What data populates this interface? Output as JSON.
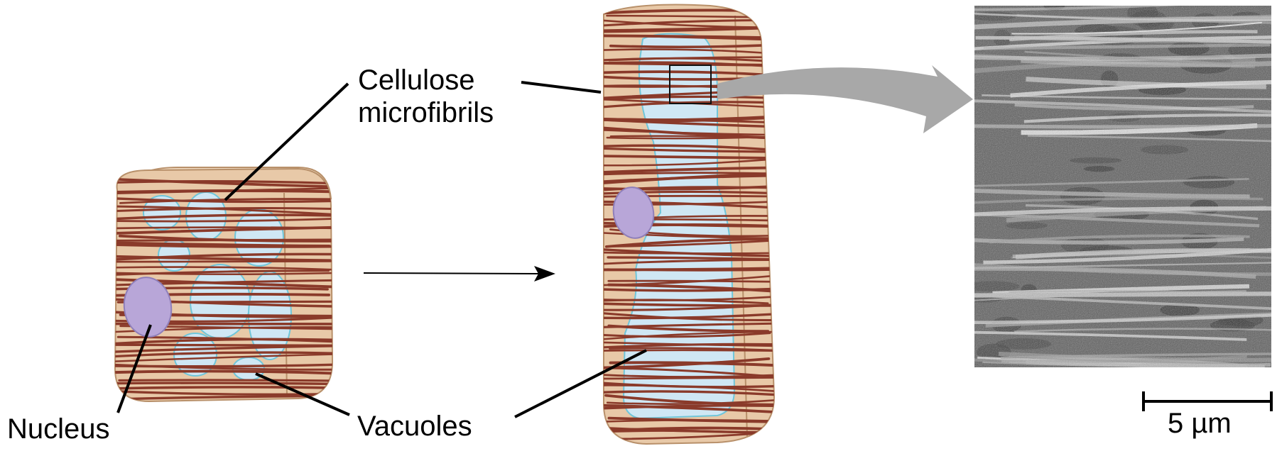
{
  "labels": {
    "cellulose_line1": "Cellulose",
    "cellulose_line2": "microfibrils",
    "nucleus": "Nucleus",
    "vacuoles": "Vacuoles",
    "scale_bar": "5 µm"
  },
  "colors": {
    "cell_wall_fill": "#e8c9a8",
    "cell_wall_top": "#f0d9bf",
    "cell_outline": "#b8906a",
    "microfibril": "#8a3a2a",
    "vacuole_fill": "#cfe7f4",
    "vacuole_edge": "#6fc6da",
    "nucleus_fill": "#b8a6d8",
    "arrow_gray": "#a8a8a8",
    "micrograph_bg": "#5a5a5a"
  }
}
